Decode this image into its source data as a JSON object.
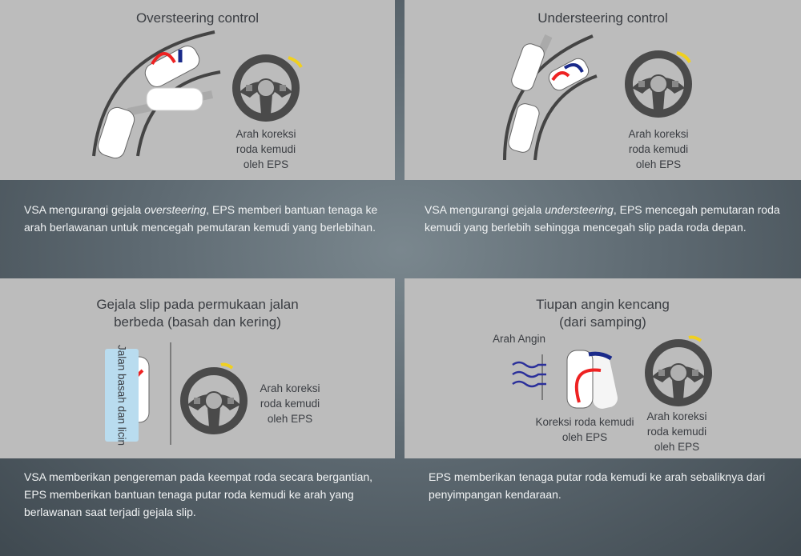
{
  "panels": [
    {
      "title": "Oversteering control",
      "label": [
        "Arah koreksi",
        "roda kemudi",
        "oleh EPS"
      ],
      "description": [
        "VSA mengurangi gejala ",
        "oversteering",
        ", EPS memberi bantuan tenaga ke arah berlawanan untuk mencegah pemutaran kemudi yang berlebihan."
      ]
    },
    {
      "title": "Understeering control",
      "label": [
        "Arah koreksi",
        "roda kemudi",
        "oleh EPS"
      ],
      "description": [
        "VSA mengurangi gejala ",
        "understeering",
        ", EPS mencegah pemutaran roda kemudi yang berlebih sehingga mencegah slip pada roda depan."
      ]
    },
    {
      "title": [
        "Gejala slip pada permukaan jalan",
        "berbeda (basah dan kering)"
      ],
      "side_label": "Jalan basah dan licin",
      "label": [
        "Arah koreksi",
        "roda kemudi",
        "oleh EPS"
      ],
      "description": "VSA memberikan pengereman pada keempat roda secara bergantian, EPS memberikan bantuan tenaga putar roda kemudi ke arah yang berlawanan saat terjadi gejala slip."
    },
    {
      "title": [
        "Tiupan angin kencang",
        "(dari samping)"
      ],
      "wind_label": "Arah Angin",
      "car_label": [
        "Koreksi roda kemudi",
        "oleh EPS"
      ],
      "label": [
        "Arah koreksi",
        "roda kemudi",
        "oleh EPS"
      ],
      "description": "EPS memberikan tenaga putar roda kemudi ke arah sebaliknya dari penyimpangan kendaraan."
    }
  ]
}
